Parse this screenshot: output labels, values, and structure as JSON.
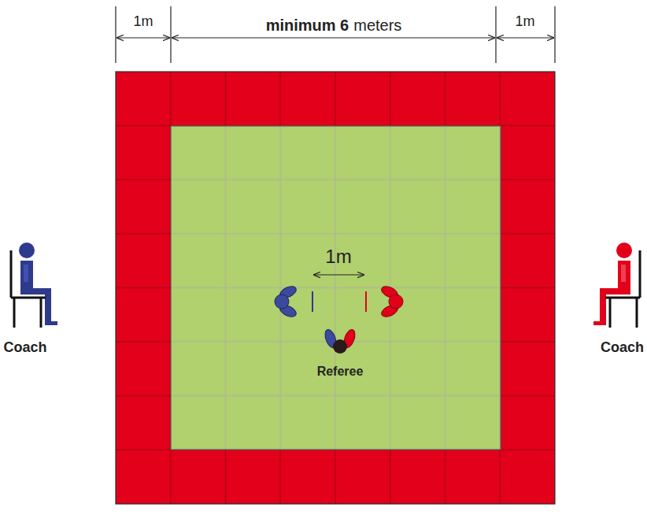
{
  "diagram": {
    "labels": [
      "1m",
      "minimum 6",
      "meters",
      "1m",
      "1m",
      "Referee",
      "Coach",
      "Coach"
    ]
  }
}
